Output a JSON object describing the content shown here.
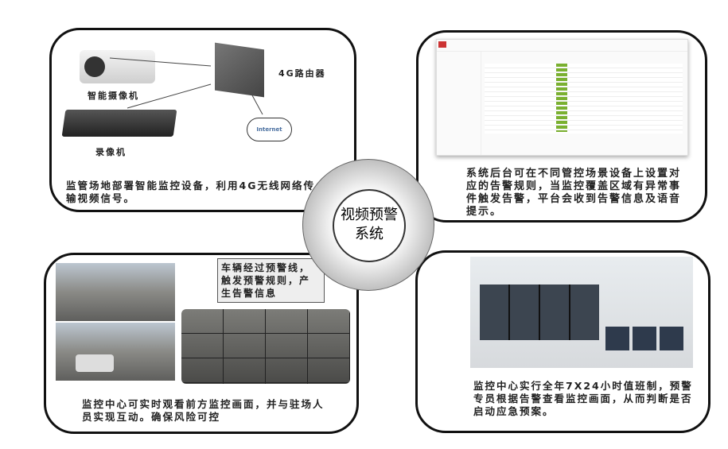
{
  "center": {
    "title_line1": "视频预警",
    "title_line2": "系统"
  },
  "panel_network": {
    "camera_label": "智能摄像机",
    "router_label": "4G路由器",
    "nvr_label": "录像机",
    "cloud_label": "Internet",
    "description": "监管场地部署智能监控设备，利用4G无线网络传输视频信号。"
  },
  "panel_platform": {
    "description": "系统后台可在不同管控场景设备上设置对应的告警规则，当监控覆盖区域有异常事件触发告警，平台会收到告警信息及语音提示。"
  },
  "panel_monitor": {
    "callout": "车辆经过预警线，触发预警规则，产生告警信息",
    "description": "监控中心可实时观看前方监控画面，并与驻场人员实现互动。确保风险可控"
  },
  "panel_center": {
    "description": "监控中心实行全年7X24小时值班制，预警专员根据告警查看监控画面，从而判断是否启动应急预案。"
  }
}
